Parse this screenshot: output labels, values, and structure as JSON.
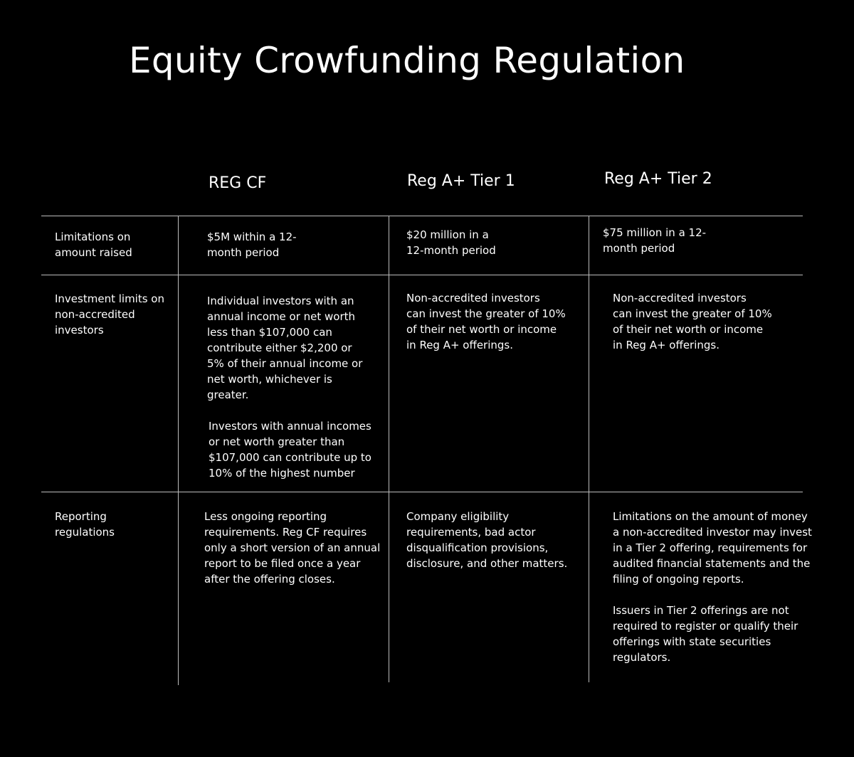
{
  "title": "Equity Crowfunding Regulation",
  "columns": [
    "REG CF",
    "Reg A+ Tier 1",
    "Reg A+ Tier 2"
  ],
  "rows": [
    {
      "label": [
        "Limitations on",
        "amount raised"
      ],
      "reg_cf": [
        [
          "$5M within a 12-",
          "month period"
        ]
      ],
      "tier1": [
        [
          "$20 million in a",
          "12-month period"
        ]
      ],
      "tier2": [
        [
          "$75 million in a 12-",
          "month period"
        ]
      ]
    },
    {
      "label": [
        "Investment limits on",
        "non-accredited",
        "investors"
      ],
      "reg_cf": [
        [
          "Individual investors with an",
          "annual income or net worth",
          "less than $107,000 can",
          "contribute either $2,200 or",
          "5% of their annual income or",
          "net worth, whichever is",
          "greater."
        ],
        [
          "Investors with annual incomes",
          "or net worth greater than",
          "$107,000 can contribute up to",
          "10% of the highest number"
        ]
      ],
      "tier1": [
        [
          "Non-accredited investors",
          "can invest the greater of 10%",
          "of their net worth or income",
          "in Reg A+ offerings."
        ]
      ],
      "tier2": [
        [
          "Non-accredited investors",
          "can invest the greater of 10%",
          "of their net worth or income",
          "in Reg A+ offerings."
        ]
      ]
    },
    {
      "label": [
        "Reporting",
        "regulations"
      ],
      "reg_cf": [
        [
          "Less ongoing reporting",
          "requirements. Reg CF requires",
          "only a short version of an annual",
          "report to be filed once a year",
          "after the offering closes."
        ]
      ],
      "tier1": [
        [
          "Company eligibility",
          "requirements, bad actor",
          "disqualification provisions,",
          "disclosure, and other matters."
        ]
      ],
      "tier2": [
        [
          "Limitations on the amount of money",
          "a non-accredited investor may invest",
          "in a Tier 2 offering, requirements for",
          "audited financial statements and the",
          "filing of ongoing reports."
        ],
        [
          "Issuers in Tier 2 offerings are not",
          "required to register or qualify their",
          "offerings with state securities",
          "regulators."
        ]
      ]
    }
  ]
}
